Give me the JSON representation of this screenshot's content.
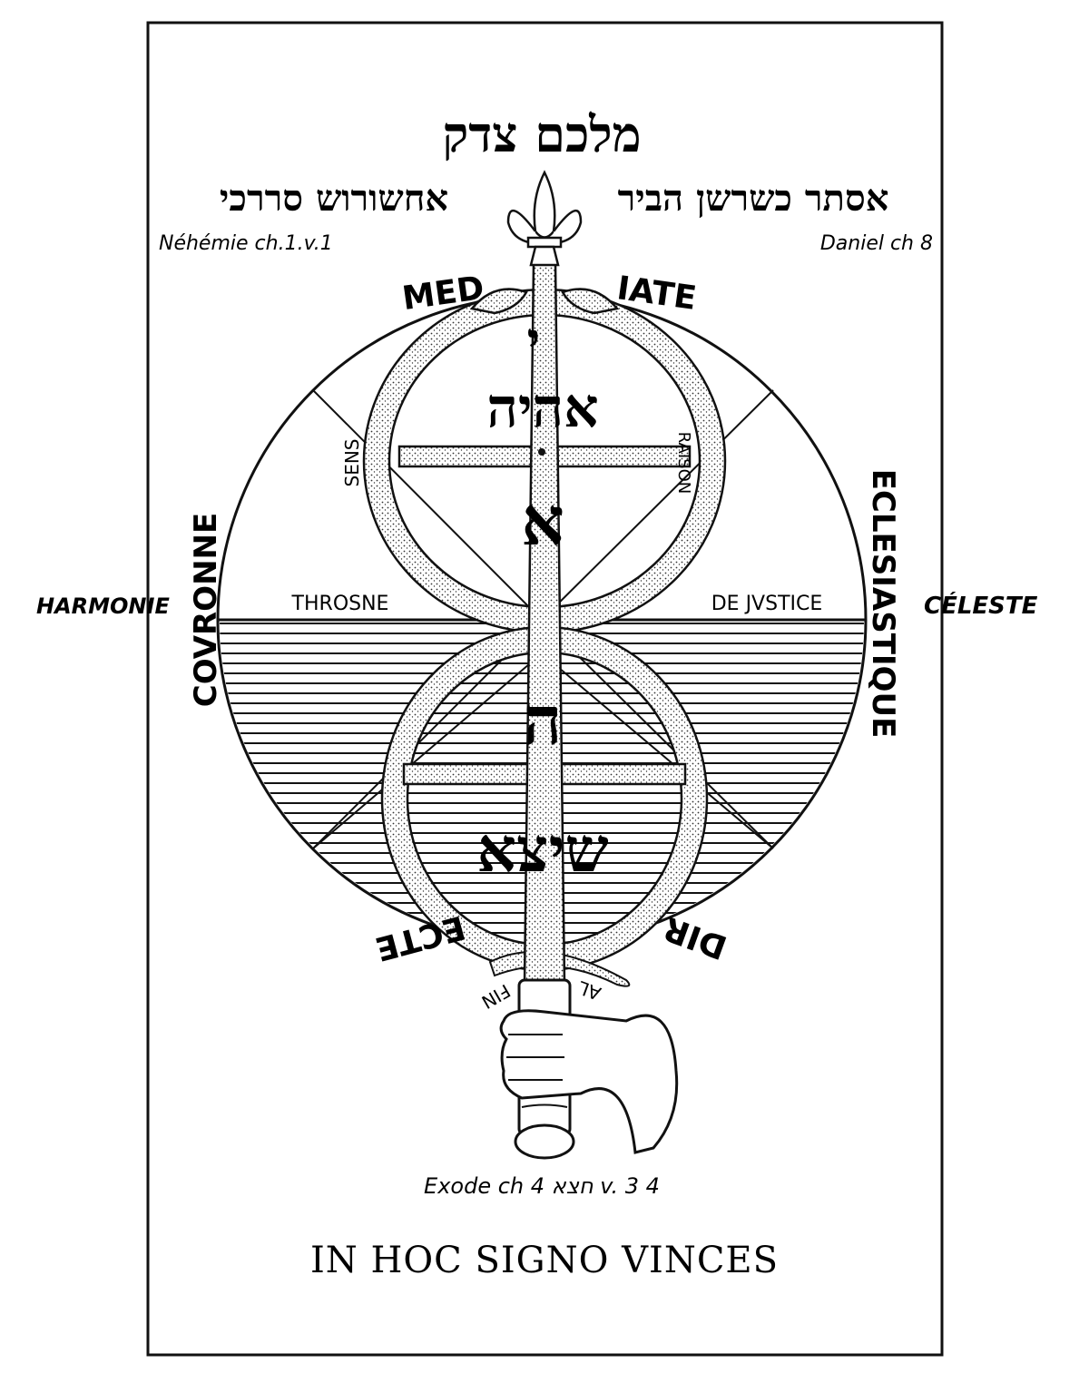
{
  "header": {
    "hebrew_title": "מלכם צדק",
    "hebrew_left": "אחשורוש סררכי",
    "hebrew_right": "אסתר כשרשן הביר",
    "ref_left": "Néhémie ch.1.v.1",
    "ref_right": "Daniel ch 8"
  },
  "circle_labels": {
    "med": "MED",
    "iate": "IATE",
    "couronne": "COVRONNE",
    "eclesiastique": "ECLESIASTIQUE",
    "harmonie": "HARMONIE",
    "celeste": "CÉLESTE",
    "throsne": "THROSNE",
    "justice": "DE JVSTICE",
    "sens": "SENS",
    "raison": "RAISON",
    "direcete_a": "DIR",
    "direcete_b": "ECTE",
    "final_a": "FIN",
    "final_b": "AL"
  },
  "inner_letters": {
    "upper_row": "אהיה",
    "upper_top": "י",
    "middle": "א",
    "lower_top": "ה",
    "lower_row": "שיצא"
  },
  "footer": {
    "reference": "Exode ch 4 חצא v. 3 4",
    "motto": "IN HOC SIGNO VINCES"
  },
  "colors": {
    "ink": "#111111",
    "paper": "#ffffff",
    "stipple": "#555555"
  }
}
